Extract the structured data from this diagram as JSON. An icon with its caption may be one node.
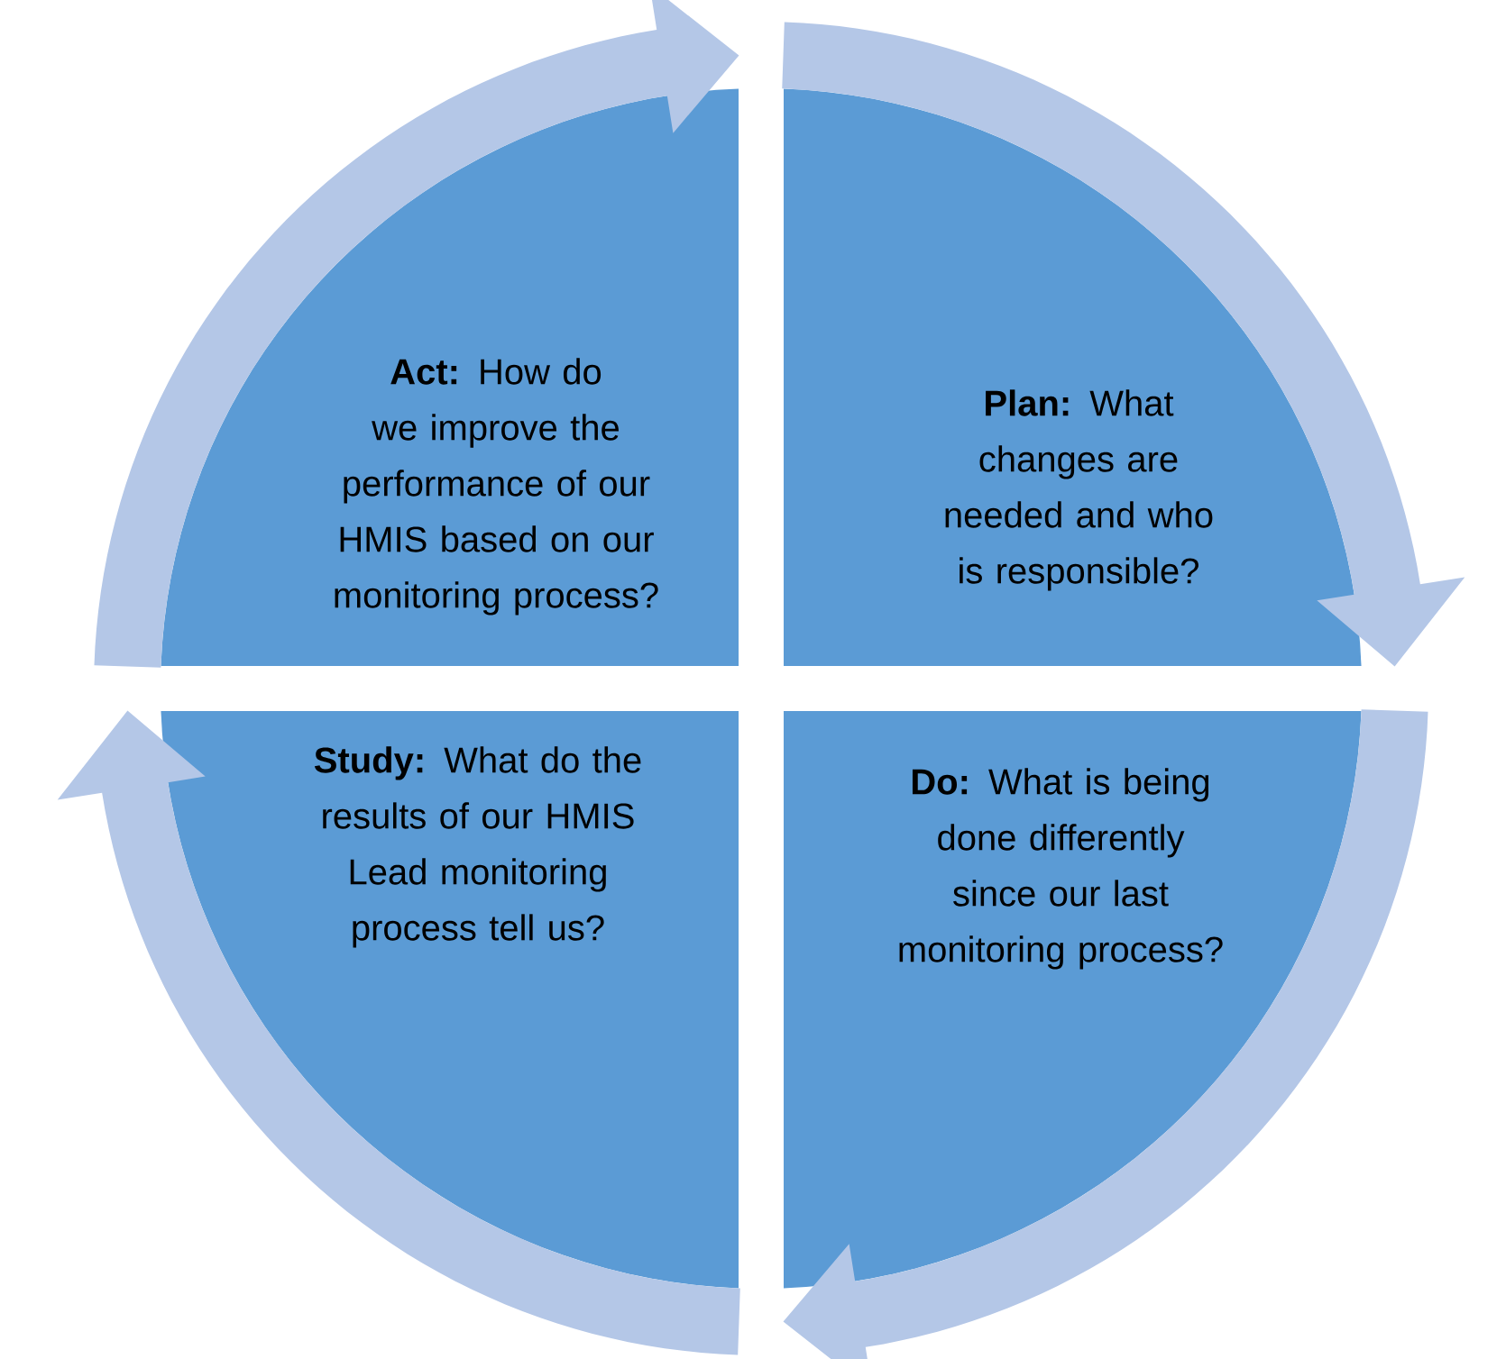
{
  "diagram": {
    "nodes": [
      {
        "text": [
          "**Act:** How do we improve the performance of our HMIS based on our monitoring process?"
        ]
      },
      {
        "text": [
          "**Plan:** What changes are needed and who is responsible?"
        ]
      },
      {
        "text": [
          "**Study:** What do the results of our HMIS Lead monitoring process tell us?"
        ]
      },
      {
        "text": [
          "**Do:** What is being done differently since our last monitoring process?"
        ]
      }
    ],
    "edges": [
      {
        "from": 0,
        "to": 1,
        "arrow": "to"
      },
      {
        "from": 1,
        "to": 3,
        "arrow": "to"
      },
      {
        "from": 3,
        "to": 2,
        "arrow": "to"
      },
      {
        "from": 2,
        "to": 0,
        "arrow": "to"
      }
    ]
  }
}
